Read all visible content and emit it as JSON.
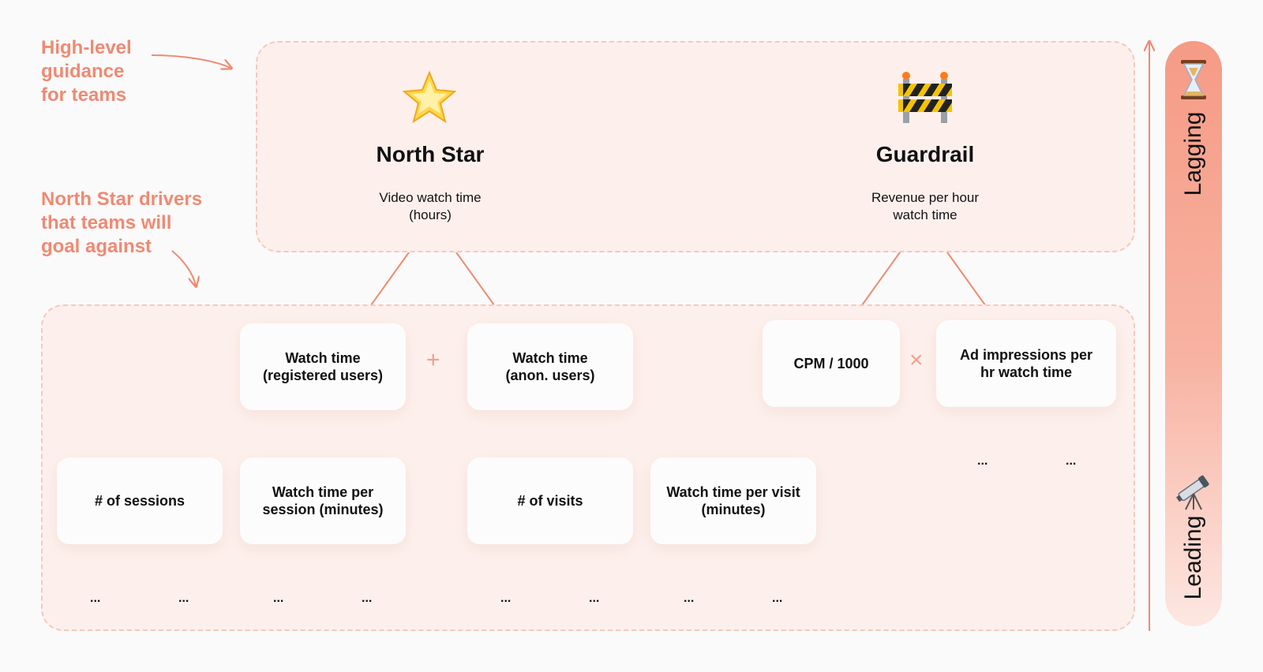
{
  "annotations": {
    "high_level": "High-level\nguidance\nfor teams",
    "drivers": "North Star drivers\nthat teams will\ngoal against"
  },
  "north_star": {
    "title": "North Star",
    "subtitle": "Video watch time\n(hours)",
    "icon": "glowing-star-icon"
  },
  "guardrail": {
    "title": "Guardrail",
    "subtitle": "Revenue per hour\nwatch time",
    "icon": "construction-barrier-icon"
  },
  "drivers": {
    "registered": "Watch time\n(registered users)",
    "anon": "Watch time\n(anon. users)",
    "cpm": "CPM / 1000",
    "ad_impressions": "Ad impressions per\nhr watch time",
    "plus": "+",
    "times": "×"
  },
  "sub_drivers": {
    "sessions": "# of sessions",
    "per_session": "Watch time per\nsession (minutes)",
    "visits": "# of visits",
    "per_visit": "Watch time per visit\n(minutes)"
  },
  "ellipsis": "...",
  "axis": {
    "lagging": "Lagging",
    "leading": "Leading",
    "lagging_icon": "hourglass-icon",
    "leading_icon": "telescope-icon"
  },
  "colors": {
    "accent": "#ef8a73",
    "line": "#f08a70",
    "panel": "#fdf0ec"
  }
}
